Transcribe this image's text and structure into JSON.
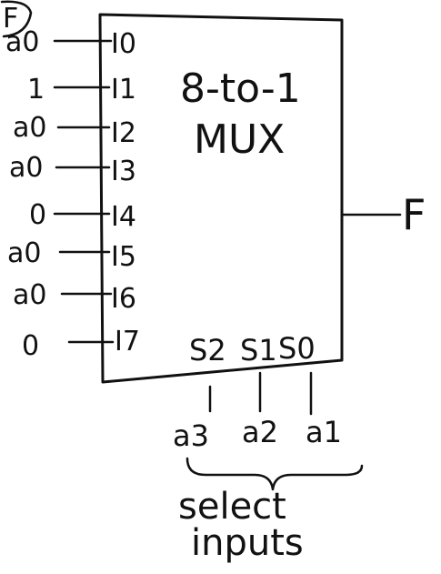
{
  "mux": {
    "title": "8-to-1",
    "subtitle": "MUX"
  },
  "corner_mark": "F",
  "inputs": [
    {
      "pin": "I0",
      "value": "a0"
    },
    {
      "pin": "I1",
      "value": "1"
    },
    {
      "pin": "I2",
      "value": "a0"
    },
    {
      "pin": "I3",
      "value": "a0"
    },
    {
      "pin": "I4",
      "value": "0"
    },
    {
      "pin": "I5",
      "value": "a0"
    },
    {
      "pin": "I6",
      "value": "a0"
    },
    {
      "pin": "I7",
      "value": "0"
    }
  ],
  "selects": [
    {
      "pin": "S2",
      "signal": "a3"
    },
    {
      "pin": "S1",
      "signal": "a2"
    },
    {
      "pin": "S0",
      "signal": "a1"
    }
  ],
  "output": "F",
  "select_caption": {
    "line1": "select",
    "line2": "inputs"
  }
}
